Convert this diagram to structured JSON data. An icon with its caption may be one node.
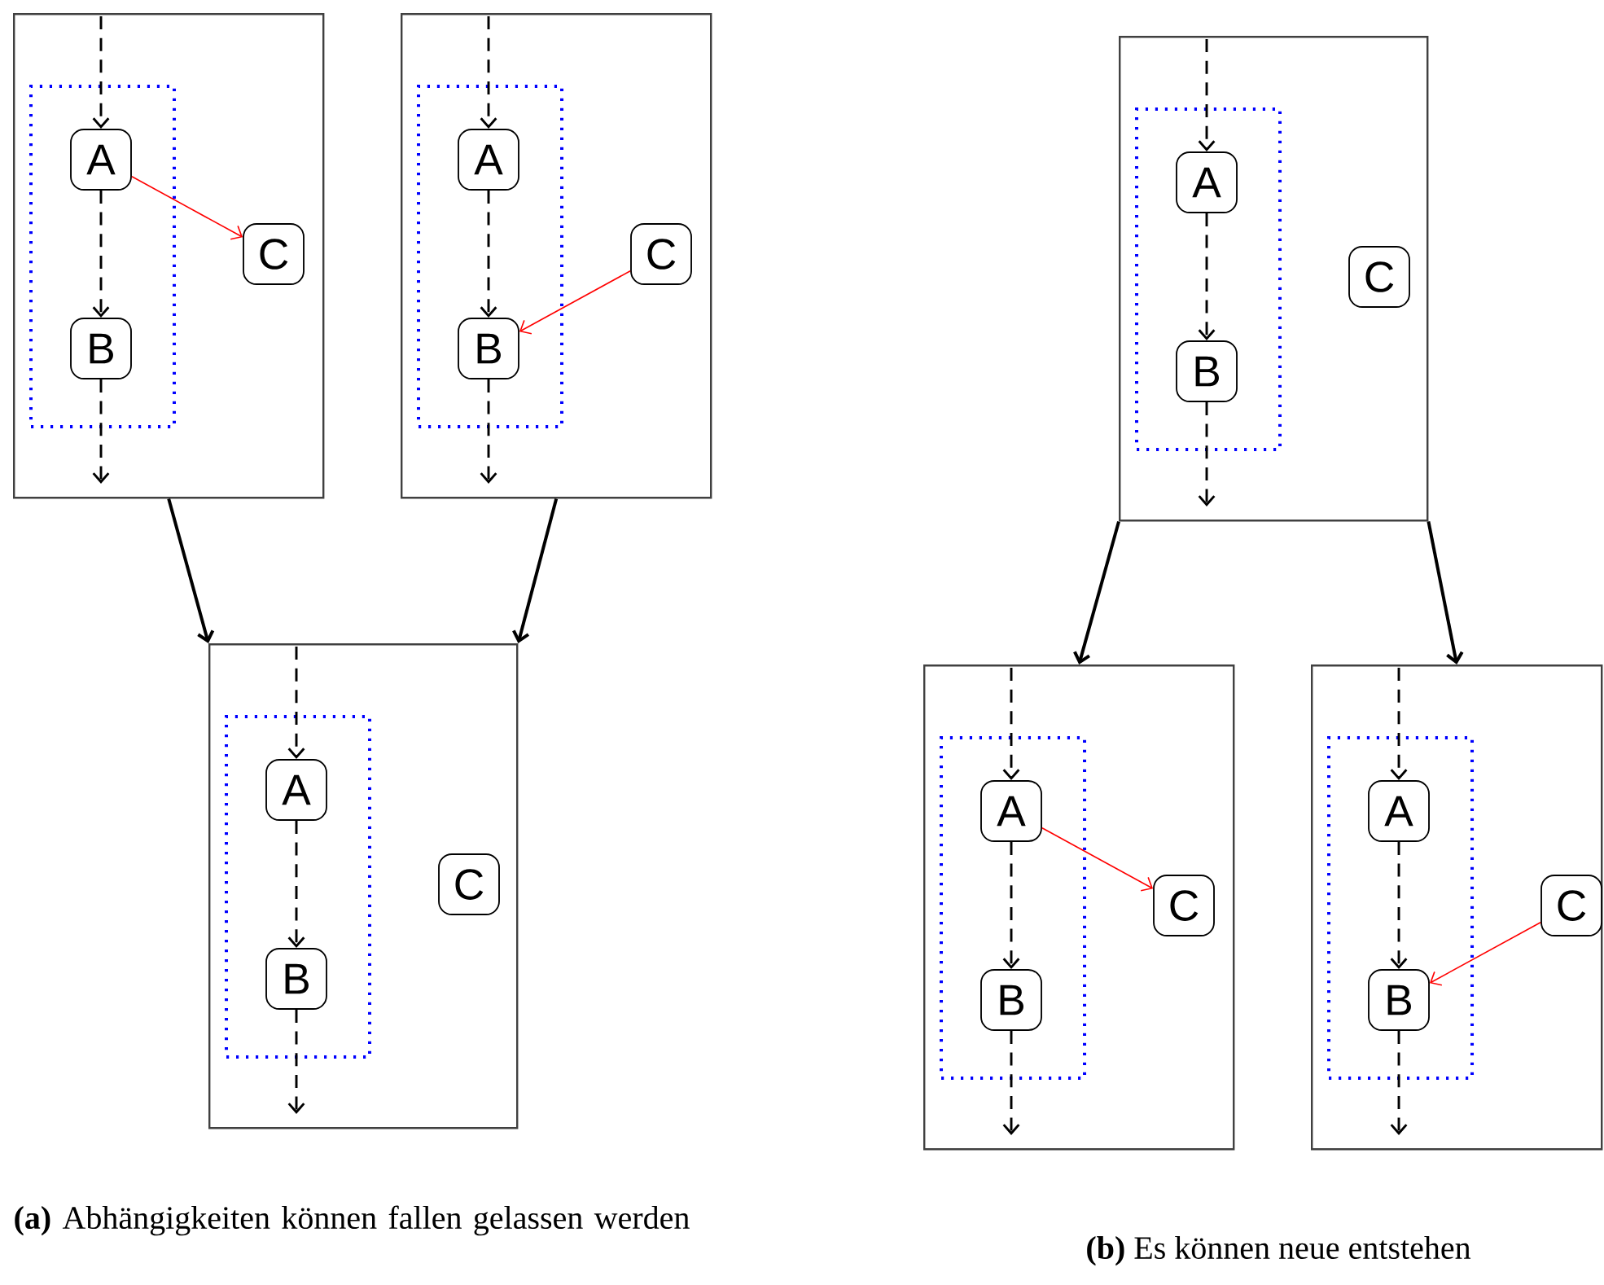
{
  "diagram": {
    "nodes": [
      {
        "text": [],
        "shape": "box"
      },
      {
        "text": [],
        "shape": "box",
        "in": 0
      },
      {
        "text": [
          "A"
        ],
        "in": 1
      },
      {
        "text": [
          "B"
        ],
        "in": 1
      },
      {
        "text": [
          "C"
        ],
        "in": 0
      },
      {
        "text": [],
        "shape": "box"
      },
      {
        "text": [],
        "shape": "box",
        "in": 5
      },
      {
        "text": [
          "A"
        ],
        "in": 6
      },
      {
        "text": [
          "B"
        ],
        "in": 6
      },
      {
        "text": [
          "C"
        ],
        "in": 5
      },
      {
        "text": [],
        "shape": "box"
      },
      {
        "text": [],
        "shape": "box",
        "in": 10
      },
      {
        "text": [
          "A"
        ],
        "in": 11
      },
      {
        "text": [
          "B"
        ],
        "in": 11
      },
      {
        "text": [
          "C"
        ],
        "in": 10
      },
      {
        "text": [],
        "shape": "box"
      },
      {
        "text": [],
        "shape": "box",
        "in": 15
      },
      {
        "text": [
          "A"
        ],
        "in": 16
      },
      {
        "text": [
          "B"
        ],
        "in": 16
      },
      {
        "text": [
          "C"
        ],
        "in": 15
      },
      {
        "text": [],
        "shape": "box"
      },
      {
        "text": [],
        "shape": "box",
        "in": 20
      },
      {
        "text": [
          "A"
        ],
        "in": 21
      },
      {
        "text": [
          "B"
        ],
        "in": 21
      },
      {
        "text": [
          "C"
        ],
        "in": 20
      },
      {
        "text": [],
        "shape": "box"
      },
      {
        "text": [],
        "shape": "box",
        "in": 25
      },
      {
        "text": [
          "A"
        ],
        "in": 26
      },
      {
        "text": [
          "B"
        ],
        "in": 26
      },
      {
        "text": [
          "C"
        ],
        "in": 25
      }
    ],
    "edges": [
      {
        "from": null,
        "to": 2,
        "arrow": "to",
        "style": "dashed"
      },
      {
        "from": 2,
        "to": 3,
        "arrow": "to",
        "style": "dashed"
      },
      {
        "from": 3,
        "to": null,
        "arrow": "to",
        "style": "dashed"
      },
      {
        "from": 2,
        "to": 4,
        "arrow": "to",
        "color": "#ff0000"
      },
      {
        "from": null,
        "to": 7,
        "arrow": "to",
        "style": "dashed"
      },
      {
        "from": 7,
        "to": 8,
        "arrow": "to",
        "style": "dashed"
      },
      {
        "from": 8,
        "to": null,
        "arrow": "to",
        "style": "dashed"
      },
      {
        "from": 9,
        "to": 8,
        "arrow": "to",
        "color": "#ff0000"
      },
      {
        "from": null,
        "to": 12,
        "arrow": "to",
        "style": "dashed"
      },
      {
        "from": 12,
        "to": 13,
        "arrow": "to",
        "style": "dashed"
      },
      {
        "from": 13,
        "to": null,
        "arrow": "to",
        "style": "dashed"
      },
      {
        "from": null,
        "to": 17,
        "arrow": "to",
        "style": "dashed"
      },
      {
        "from": 17,
        "to": 18,
        "arrow": "to",
        "style": "dashed"
      },
      {
        "from": 18,
        "to": null,
        "arrow": "to",
        "style": "dashed"
      },
      {
        "from": null,
        "to": 22,
        "arrow": "to",
        "style": "dashed"
      },
      {
        "from": 22,
        "to": 23,
        "arrow": "to",
        "style": "dashed"
      },
      {
        "from": 23,
        "to": null,
        "arrow": "to",
        "style": "dashed"
      },
      {
        "from": 22,
        "to": 24,
        "arrow": "to",
        "color": "#ff0000"
      },
      {
        "from": null,
        "to": 27,
        "arrow": "to",
        "style": "dashed"
      },
      {
        "from": 27,
        "to": 28,
        "arrow": "to",
        "style": "dashed"
      },
      {
        "from": 28,
        "to": null,
        "arrow": "to",
        "style": "dashed"
      },
      {
        "from": 29,
        "to": 28,
        "arrow": "to",
        "color": "#ff0000"
      },
      {
        "from": 0,
        "to": 15,
        "arrow": "to"
      },
      {
        "from": 5,
        "to": 15,
        "arrow": "to"
      },
      {
        "from": 10,
        "to": 20,
        "arrow": "to"
      },
      {
        "from": 10,
        "to": 25,
        "arrow": "to"
      }
    ],
    "labels": [
      "**(a)** Abhängigkeiten können fallen gelassen werden",
      "**(b)** Es können neue entstehen"
    ]
  }
}
